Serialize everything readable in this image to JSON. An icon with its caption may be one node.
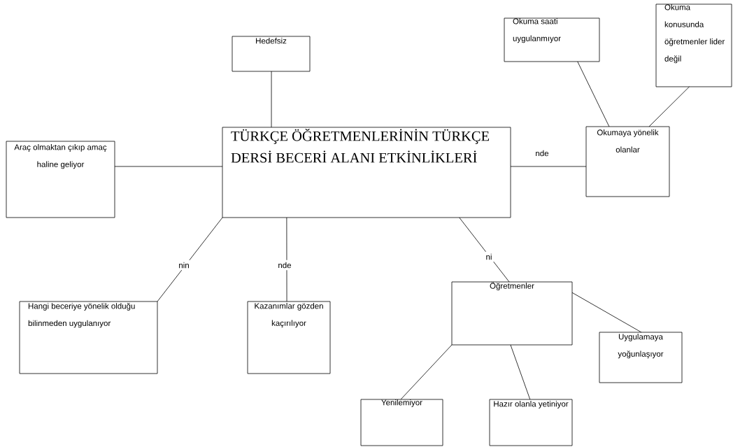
{
  "diagram": {
    "nodes": [
      {
        "text": [
          "TÜRKÇE ÖĞRETMENLERİNİN TÜRKÇE DERSİ BECERİ ALANI ETKİNLİKLERİ"
        ]
      },
      {
        "text": [
          "Hedefsiz"
        ]
      },
      {
        "text": [
          "Araç olmaktan çıkıp amaç haline geliyor"
        ]
      },
      {
        "text": [
          "Okuma saati uygulanmıyor"
        ]
      },
      {
        "text": [
          "Okuma konusunda öğretmenler lider değil"
        ]
      },
      {
        "text": [
          "Okumaya yönelik olanlar"
        ]
      },
      {
        "text": [
          "Hangi beceriye yönelik olduğu bilinmeden uygulanıyor"
        ]
      },
      {
        "text": [
          "Kazanımlar gözden kaçırılıyor"
        ]
      },
      {
        "text": [
          "Öğretmenler"
        ]
      },
      {
        "text": [
          "Uygulamaya yoğunlaşıyor"
        ]
      },
      {
        "text": [
          "Yenilemiyor"
        ]
      },
      {
        "text": [
          "Hazır olanla yetiniyor"
        ]
      }
    ],
    "edges": [
      {
        "from": 0,
        "to": 1,
        "arrow": "none"
      },
      {
        "from": 0,
        "to": 2,
        "arrow": "none"
      },
      {
        "from": 0,
        "to": 5,
        "arrow": "none",
        "label": "nde"
      },
      {
        "from": 5,
        "to": 3,
        "arrow": "none"
      },
      {
        "from": 5,
        "to": 4,
        "arrow": "none"
      },
      {
        "from": 0,
        "to": 6,
        "arrow": "none",
        "label": "nin"
      },
      {
        "from": 0,
        "to": 7,
        "arrow": "none",
        "label": "nde"
      },
      {
        "from": 0,
        "to": 8,
        "arrow": "none",
        "label": "ni"
      },
      {
        "from": 8,
        "to": 9,
        "arrow": "none"
      },
      {
        "from": 8,
        "to": 10,
        "arrow": "none"
      },
      {
        "from": 8,
        "to": 11,
        "arrow": "none"
      }
    ]
  }
}
